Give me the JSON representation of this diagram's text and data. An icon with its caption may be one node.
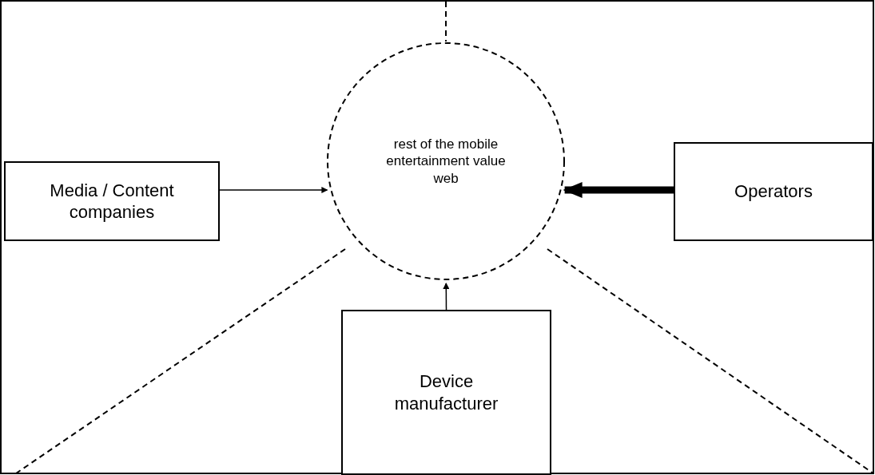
{
  "diagram": {
    "nodes": [
      {
        "text": [
          "rest of the mobile entertainment value web"
        ]
      },
      {
        "text": [
          "Media / Content companies"
        ]
      },
      {
        "text": [
          "Operators"
        ]
      },
      {
        "text": [
          "Device manufacturer"
        ]
      }
    ],
    "edges": [
      {
        "from": 1,
        "to": 0,
        "arrow": "to"
      },
      {
        "from": 2,
        "to": 0,
        "arrow": "to",
        "style": "thick"
      },
      {
        "from": 3,
        "to": 0,
        "arrow": "to"
      }
    ]
  }
}
